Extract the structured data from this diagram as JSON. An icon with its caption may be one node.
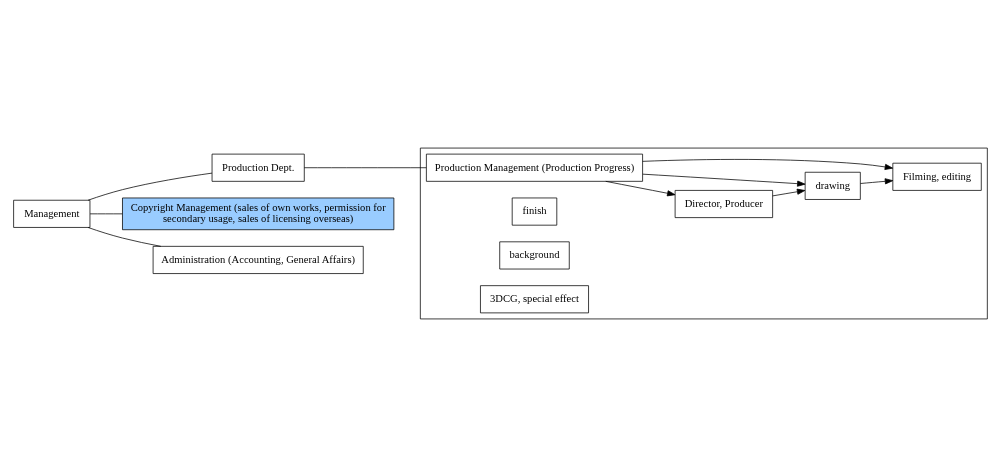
{
  "diagram": {
    "nodes": [
      {
        "text": [
          "Management"
        ]
      },
      {
        "text": [
          "Production Dept."
        ]
      },
      {
        "text": [],
        "shape": "box"
      },
      {
        "text": [
          "Production Management (Production Progress)"
        ],
        "in": 2
      },
      {
        "text": [
          "Director, Producer"
        ],
        "in": 2
      },
      {
        "text": [
          "drawing"
        ],
        "in": 2
      },
      {
        "text": [
          "finish"
        ],
        "in": 2
      },
      {
        "text": [
          "background"
        ],
        "in": 2
      },
      {
        "text": [
          "3DCG, special effect"
        ],
        "in": 2
      },
      {
        "text": [
          "Filming, editing"
        ],
        "in": 2
      },
      {
        "text": [
          "Copyright Management (sales of own works, permission for secondary usage, sales of licensing overseas)"
        ]
      },
      {
        "text": [
          "Administration (Accounting, General Affairs)"
        ]
      }
    ],
    "edges": [
      {
        "from": 0,
        "to": 1,
        "arrow": "none"
      },
      {
        "from": 0,
        "to": 10,
        "arrow": "none"
      },
      {
        "from": 0,
        "to": 11,
        "arrow": "none"
      },
      {
        "from": 1,
        "to": 3,
        "arrow": "none"
      },
      {
        "from": 3,
        "to": 4,
        "arrow": "to"
      },
      {
        "from": 3,
        "to": 5,
        "arrow": "to"
      },
      {
        "from": 3,
        "to": 9,
        "arrow": "to"
      },
      {
        "from": 4,
        "to": 5,
        "arrow": "to"
      },
      {
        "from": 5,
        "to": 9,
        "arrow": "to"
      }
    ]
  }
}
